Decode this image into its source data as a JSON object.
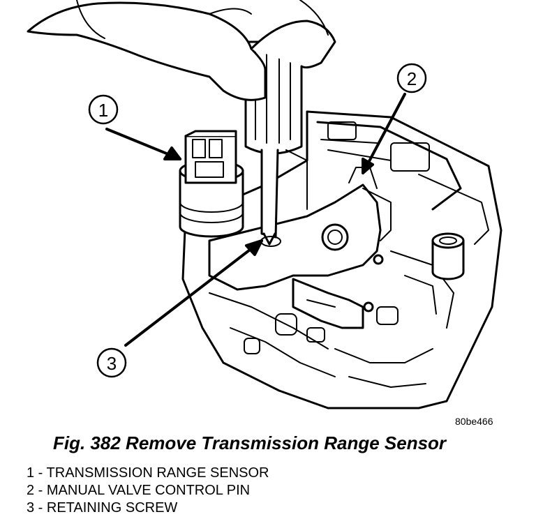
{
  "figure": {
    "caption": "Fig. 382 Remove Transmission Range Sensor",
    "image_code": "80be466",
    "callouts": [
      "1",
      "2",
      "3"
    ]
  },
  "legend": [
    "1 - TRANSMISSION RANGE SENSOR",
    "2 - MANUAL VALVE CONTROL PIN",
    "3 - RETAINING SCREW"
  ]
}
